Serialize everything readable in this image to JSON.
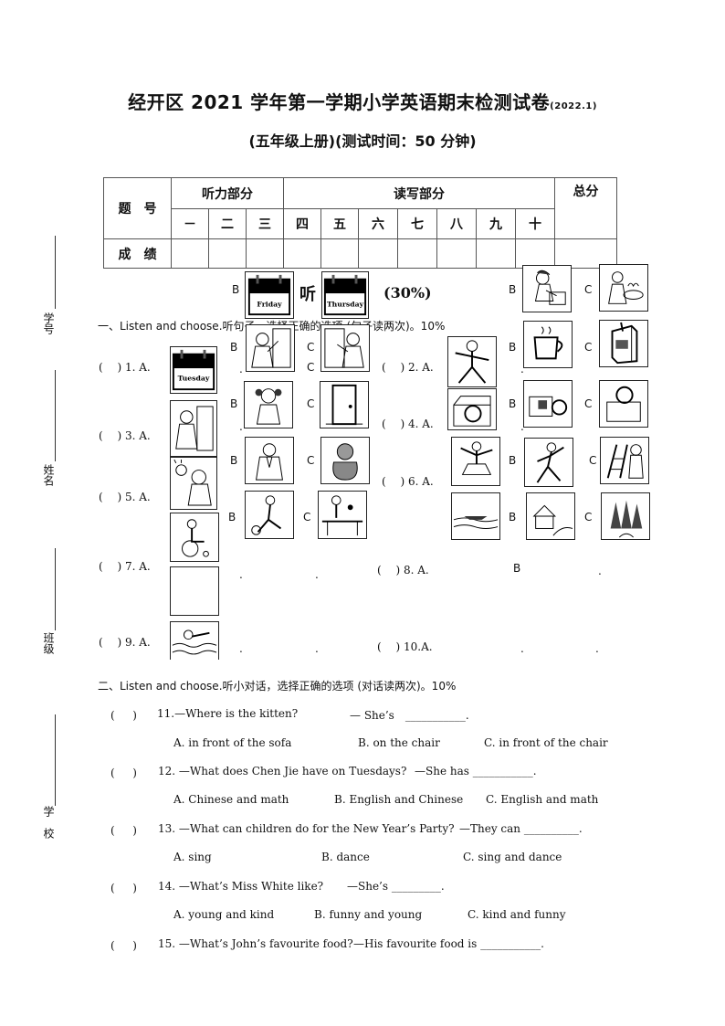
{
  "header": {
    "title": "经开区 2021 学年第一学期小学英语期末检测试卷",
    "date": "(2022.1)",
    "subtitle": "(五年级上册)(测试时间：50 分钟)"
  },
  "score_table": {
    "row_label_1": "题　号",
    "listening": "听力部分",
    "reading": "读写部分",
    "total": "总分",
    "numbers": [
      "－",
      "二",
      "三",
      "四",
      "五",
      "六",
      "七",
      "八",
      "九",
      "十"
    ],
    "row_label_2": "成　绩"
  },
  "side_fields": {
    "student_no": "学号",
    "name": "姓名",
    "class": "班级",
    "school": "学　校"
  },
  "part_heading": {
    "text": "听",
    "score": "(30%)"
  },
  "section1": {
    "label": "一、Listen and choose.听句子，选择正确的选项 (句子读两次)。10%",
    "items": [
      {
        "n": "( 　) 1. A."
      },
      {
        "n": "( 　) 2. A."
      },
      {
        "n": "( 　) 3. A."
      },
      {
        "n": "( 　) 4. A."
      },
      {
        "n": "( 　) 5. A."
      },
      {
        "n": "( 　) 6. A."
      },
      {
        "n": "( 　) 7. A."
      },
      {
        "n": "( 　) 8. A."
      },
      {
        "n": "( 　) 9. A."
      },
      {
        "n": "( 　) 10.A."
      }
    ],
    "option_b": "B",
    "option_c": "C",
    "calendar_days": [
      "Friday",
      "Thursday",
      "Tuesday"
    ]
  },
  "section2": {
    "label": "二、Listen and choose.听小对话，选择正确的选项 (对话读两次)。10%",
    "questions": [
      {
        "paren": "( 　 )",
        "q": "11.—Where is the kitten?",
        "a": "— She’s　___________.",
        "options": [
          "A. in front of the sofa",
          "B. on the chair",
          "C. in front of the chair"
        ]
      },
      {
        "paren": "( 　 )",
        "q": "12. —What does Chen Jie have on Tuesdays?",
        "a": "—She has ___________.",
        "options": [
          "A. Chinese and math",
          "B. English and Chinese",
          "C. English and math"
        ]
      },
      {
        "paren": "( 　 )",
        "q": "13. —What can children do for the New Year’s Party?",
        "a": "—They can __________.",
        "options": [
          "A. sing",
          "B. dance",
          "C. sing and dance"
        ]
      },
      {
        "paren": "( 　 )",
        "q": "14. —What’s Miss White like?",
        "a": "—She’s _________.",
        "options": [
          "A. young and kind",
          "B. funny and young",
          "C. kind and funny"
        ]
      },
      {
        "paren": "( 　 )",
        "q": "15. —What’s John’s favourite food?",
        "a": "—His favourite food is ___________.",
        "options": []
      }
    ]
  }
}
